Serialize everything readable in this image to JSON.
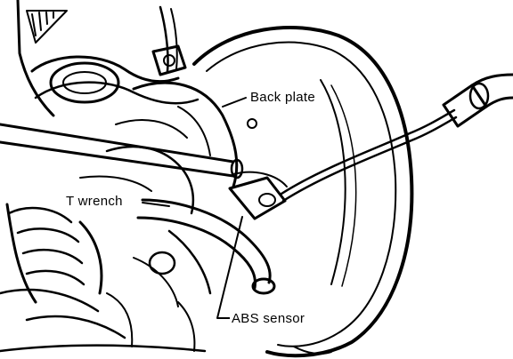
{
  "labels": {
    "back_plate": "Back plate",
    "t_wrench": "T wrench",
    "abs_sensor": "ABS sensor"
  },
  "colors": {
    "ink": "#000000",
    "paper": "#ffffff"
  }
}
